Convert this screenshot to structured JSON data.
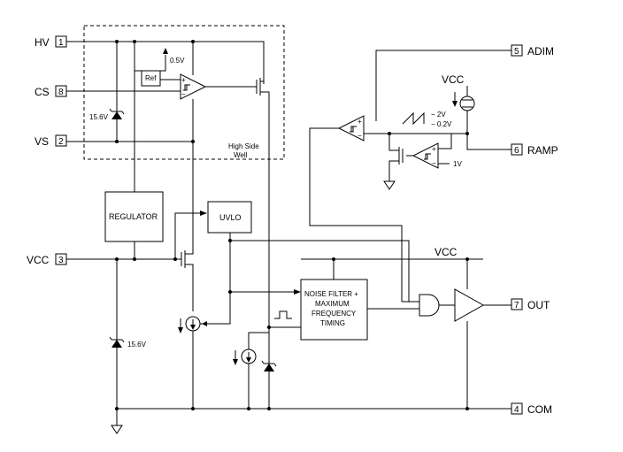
{
  "pins": {
    "hv": {
      "name": "HV",
      "num": "1"
    },
    "cs": {
      "name": "CS",
      "num": "8"
    },
    "vs": {
      "name": "VS",
      "num": "2"
    },
    "vcc": {
      "name": "VCC",
      "num": "3"
    },
    "adim": {
      "name": "ADIM",
      "num": "5"
    },
    "ramp": {
      "name": "RAMP",
      "num": "6"
    },
    "out": {
      "name": "OUT",
      "num": "7"
    },
    "com": {
      "name": "COM",
      "num": "4"
    }
  },
  "blocks": {
    "ref": "Ref",
    "regulator": "REGULATOR",
    "uvlo": "UVLO",
    "noise_filter": [
      "NOISE FILTER +",
      "MAXIMUM",
      "FREQUENCY",
      "TIMING"
    ],
    "high_side_well": [
      "High Side",
      "Well"
    ]
  },
  "labels": {
    "v05": "0.5V",
    "zener_top": "15.6V",
    "zener_bottom": "15.6V",
    "vcc_source": "VCC",
    "vcc_rail": "VCC",
    "ramp_hi": "− 2V",
    "ramp_lo": "− 0.2V",
    "v1": "1V"
  }
}
